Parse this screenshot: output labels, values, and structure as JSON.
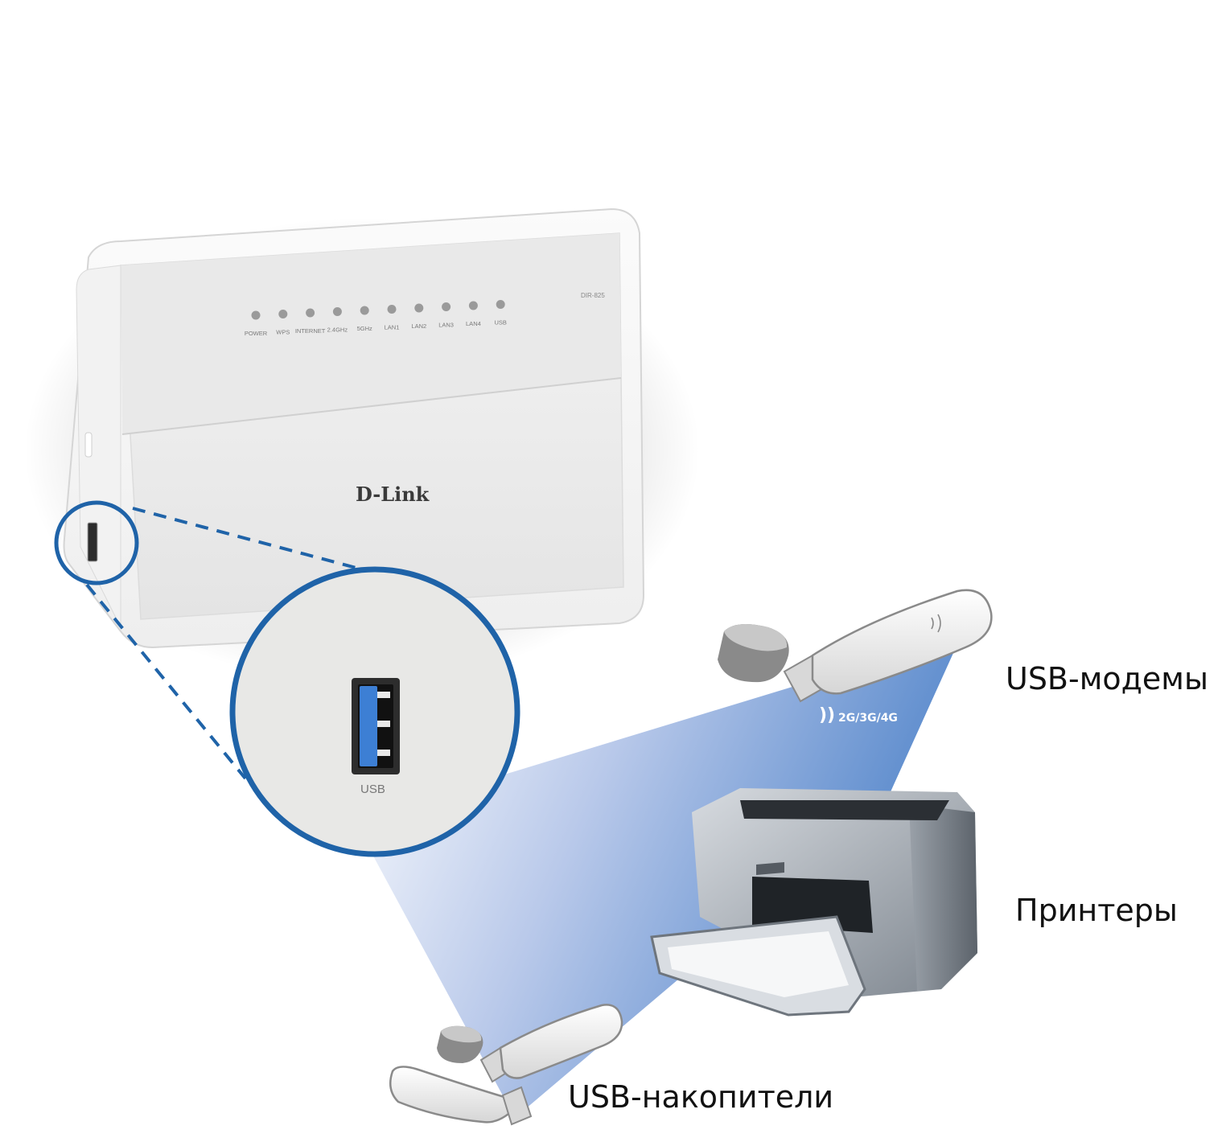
{
  "router": {
    "model": "DIR-825",
    "brand": "D-Link",
    "leds": [
      {
        "label": "POWER"
      },
      {
        "label": "WPS"
      },
      {
        "label": "INTERNET"
      },
      {
        "label": "2.4GHz"
      },
      {
        "label": "5GHz"
      },
      {
        "label": "LAN1"
      },
      {
        "label": "LAN2"
      },
      {
        "label": "LAN3"
      },
      {
        "label": "LAN4"
      },
      {
        "label": "USB"
      }
    ]
  },
  "zoom": {
    "port_label": "USB"
  },
  "devices": {
    "modem": {
      "label": "USB-модемы",
      "signal": "2G/3G/4G"
    },
    "printer": {
      "label": "Принтеры"
    },
    "storage": {
      "label": "USB-накопители"
    }
  },
  "colors": {
    "accent_blue": "#1f63a8",
    "beam_blue": "#5f8fd0",
    "usb_port_blue": "#3d7fd4"
  }
}
